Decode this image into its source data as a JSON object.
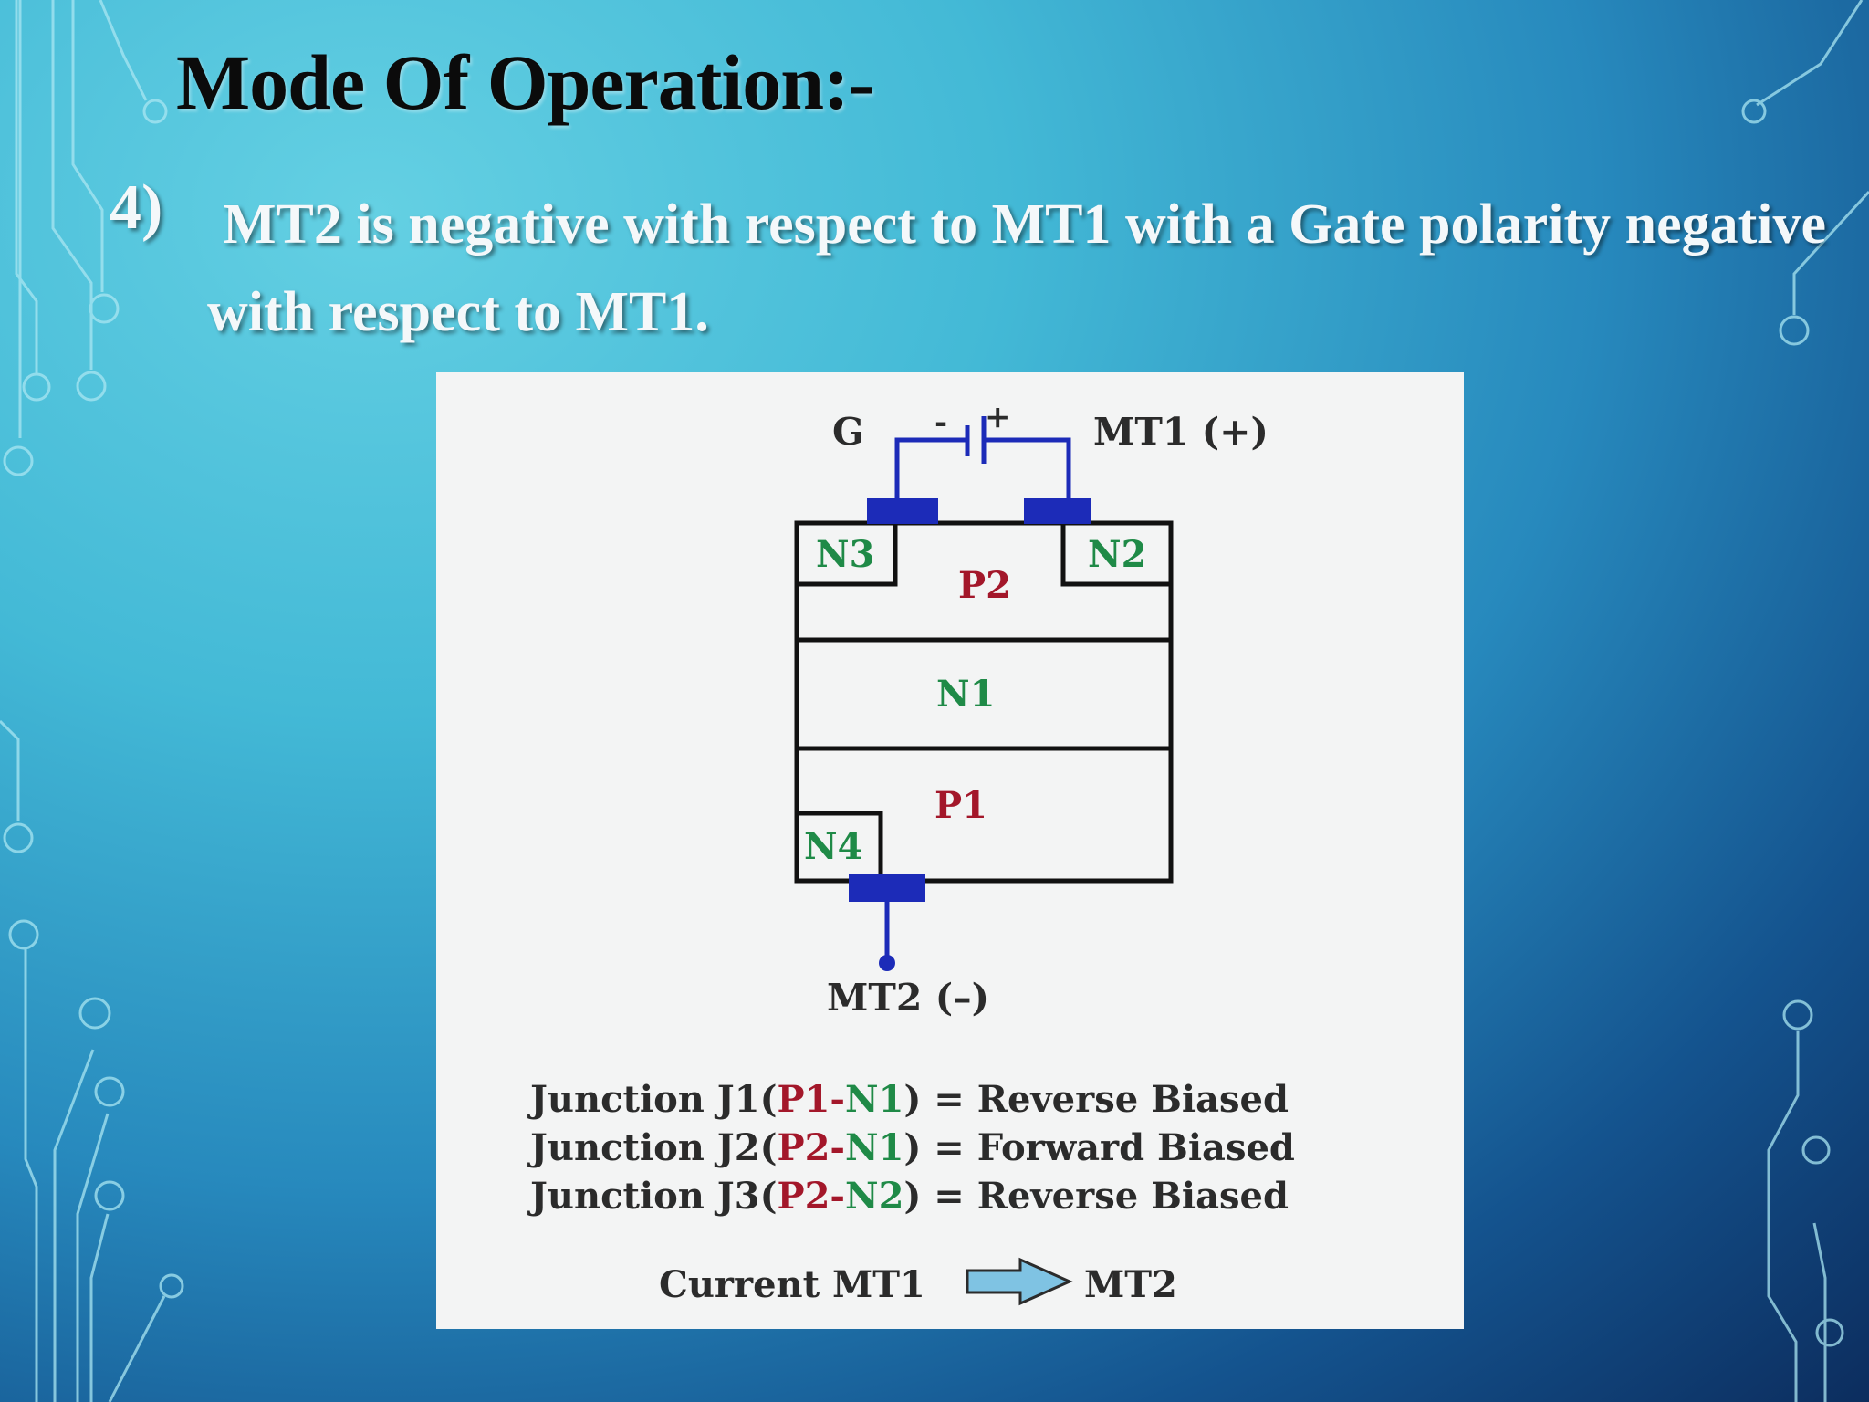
{
  "slide": {
    "title": "Mode Of Operation:-",
    "point_number": "4)",
    "point_text": "MT2 is negative with respect to MT1 with a Gate polarity negative with respect to MT1."
  },
  "diagram": {
    "gate_label": "G",
    "battery_minus": "-",
    "battery_plus": "+",
    "mt1_label": "MT1 (+)",
    "mt2_label": "MT2 (–)",
    "regions": {
      "n3": "N3",
      "n2": "N2",
      "p2": "P2",
      "n1": "N1",
      "p1": "P1",
      "n4": "N4"
    },
    "junctions": [
      {
        "prefix": "Junction J1(",
        "p": "P1",
        "dash": "-",
        "n": "N1",
        "suffix": ") = Reverse Biased"
      },
      {
        "prefix": "Junction J2(",
        "p": "P2",
        "dash": "-",
        "n": "N1",
        "suffix": ") = Forward Biased"
      },
      {
        "prefix": "Junction J3(",
        "p": "P2",
        "dash": "-",
        "n": "N2",
        "suffix": ") = Reverse Biased"
      }
    ],
    "current_label": "Current MT1",
    "current_target": "MT2"
  },
  "colors": {
    "p_region_text": "#a3172a",
    "n_region_text": "#1f8a47",
    "electrode": "#1c2bb8",
    "arrow_fill": "#7fc3e3"
  }
}
